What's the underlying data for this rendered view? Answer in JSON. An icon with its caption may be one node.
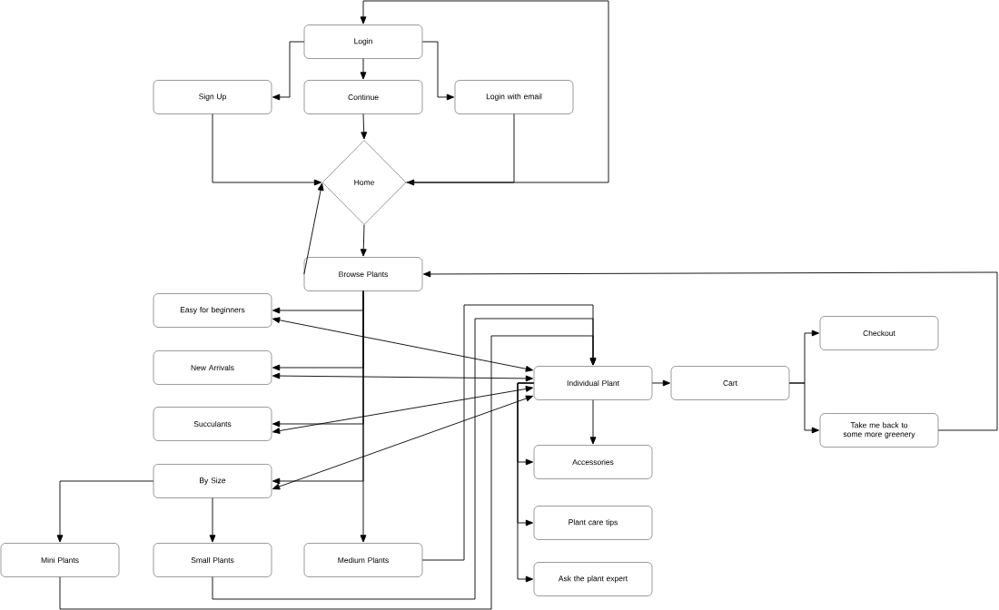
{
  "diagram": {
    "nodes": [
      {
        "text": [
          "Login"
        ]
      },
      {
        "text": [
          "Sign Up"
        ]
      },
      {
        "text": [
          "Continue"
        ]
      },
      {
        "text": [
          "Login with email"
        ]
      },
      {
        "text": [
          "Home"
        ]
      },
      {
        "text": [
          "Browse Plants"
        ]
      },
      {
        "text": [
          "Easy for beginners"
        ]
      },
      {
        "text": [
          "New Arrivals"
        ]
      },
      {
        "text": [
          "Succulants"
        ]
      },
      {
        "text": [
          "By Size"
        ]
      },
      {
        "text": [
          "Mini Plants"
        ]
      },
      {
        "text": [
          "Small Plants"
        ]
      },
      {
        "text": [
          "Medium Plants"
        ]
      },
      {
        "text": [
          "Individual Plant"
        ]
      },
      {
        "text": [
          "Cart"
        ]
      },
      {
        "text": [
          "Checkout"
        ]
      },
      {
        "text": [
          "Take me back to some more greenery"
        ]
      },
      {
        "text": [
          "Accessories"
        ]
      },
      {
        "text": [
          "Plant care tips"
        ]
      },
      {
        "text": [
          "Ask the plant expert"
        ]
      }
    ],
    "edges": [
      {
        "from": 0,
        "to": 1,
        "arrow": "to"
      },
      {
        "from": 0,
        "to": 2,
        "arrow": "to"
      },
      {
        "from": 0,
        "to": 3,
        "arrow": "to"
      },
      {
        "from": 1,
        "to": 4,
        "arrow": "to"
      },
      {
        "from": 2,
        "to": 4,
        "arrow": "to"
      },
      {
        "from": 3,
        "to": 4,
        "arrow": "to"
      },
      {
        "from": 4,
        "to": 0,
        "arrow": "to"
      },
      {
        "from": 4,
        "to": 5,
        "arrow": "to"
      },
      {
        "from": 5,
        "to": 4,
        "arrow": "to"
      },
      {
        "from": 5,
        "to": 6,
        "arrow": "to"
      },
      {
        "from": 5,
        "to": 7,
        "arrow": "to"
      },
      {
        "from": 5,
        "to": 8,
        "arrow": "to"
      },
      {
        "from": 5,
        "to": 9,
        "arrow": "to"
      },
      {
        "from": 5,
        "to": 12,
        "arrow": "to"
      },
      {
        "from": 13,
        "to": 6,
        "arrow": "both"
      },
      {
        "from": 13,
        "to": 7,
        "arrow": "both"
      },
      {
        "from": 13,
        "to": 8,
        "arrow": "both"
      },
      {
        "from": 13,
        "to": 9,
        "arrow": "both"
      },
      {
        "from": 9,
        "to": 10,
        "arrow": "to"
      },
      {
        "from": 9,
        "to": 11,
        "arrow": "to"
      },
      {
        "from": 12,
        "to": 13,
        "arrow": "to"
      },
      {
        "from": 11,
        "to": 13,
        "arrow": "to"
      },
      {
        "from": 10,
        "to": 13,
        "arrow": "to"
      },
      {
        "from": 13,
        "to": 14,
        "arrow": "to"
      },
      {
        "from": 13,
        "to": 17,
        "arrow": "to"
      },
      {
        "from": 13,
        "to": 17,
        "arrow": "to"
      },
      {
        "from": 13,
        "to": 18,
        "arrow": "to"
      },
      {
        "from": 13,
        "to": 19,
        "arrow": "to"
      },
      {
        "from": 14,
        "to": 15,
        "arrow": "to"
      },
      {
        "from": 14,
        "to": 16,
        "arrow": "to"
      },
      {
        "from": 16,
        "to": 5,
        "arrow": "to"
      }
    ]
  }
}
